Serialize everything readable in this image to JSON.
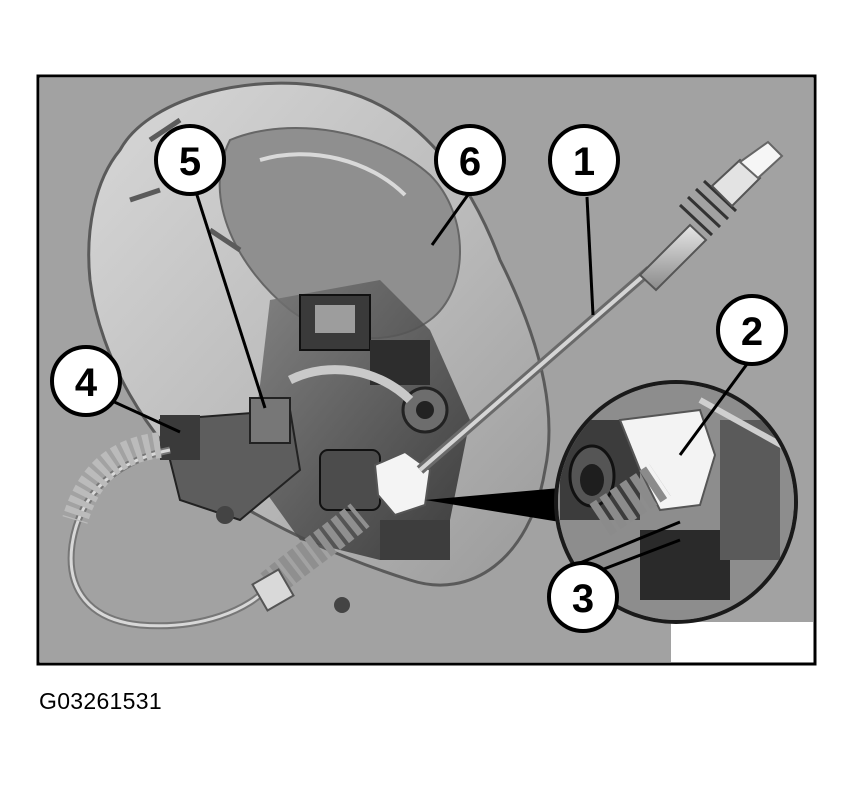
{
  "figure_code": "G03261531",
  "callouts": [
    "1",
    "2",
    "3",
    "4",
    "5",
    "6"
  ]
}
